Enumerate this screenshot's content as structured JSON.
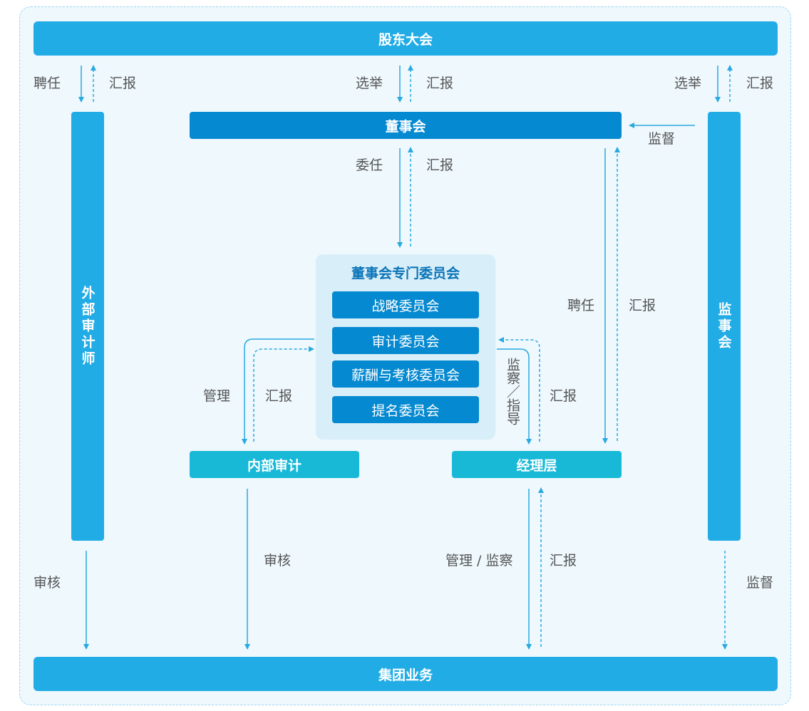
{
  "nodes": {
    "shareholders": "股东大会",
    "board": "董事会",
    "supervisory_board": "监事会",
    "external_auditor": "外部审计师",
    "committees_title": "董事会专门委员会",
    "committees": [
      "战略委员会",
      "审计委员会",
      "薪酬与考核委员会",
      "提名委员会"
    ],
    "internal_audit": "内部审计",
    "management": "经理层",
    "group_business": "集团业务"
  },
  "edge_labels": {
    "appoint": "聘任",
    "report": "汇报",
    "elect": "选举",
    "supervise": "监督",
    "entrust": "委任",
    "manage": "管理",
    "supervise_guide": "监察／指导",
    "audit": "审核",
    "manage_supervise": "管理 / 监察"
  },
  "colors": {
    "primary": "#22ace6",
    "dark": "#0589d0",
    "teal": "#17b9d7",
    "panel": "#d8eef9",
    "frame_bg": "#eef8fd",
    "arrow": "#28a9e1"
  }
}
